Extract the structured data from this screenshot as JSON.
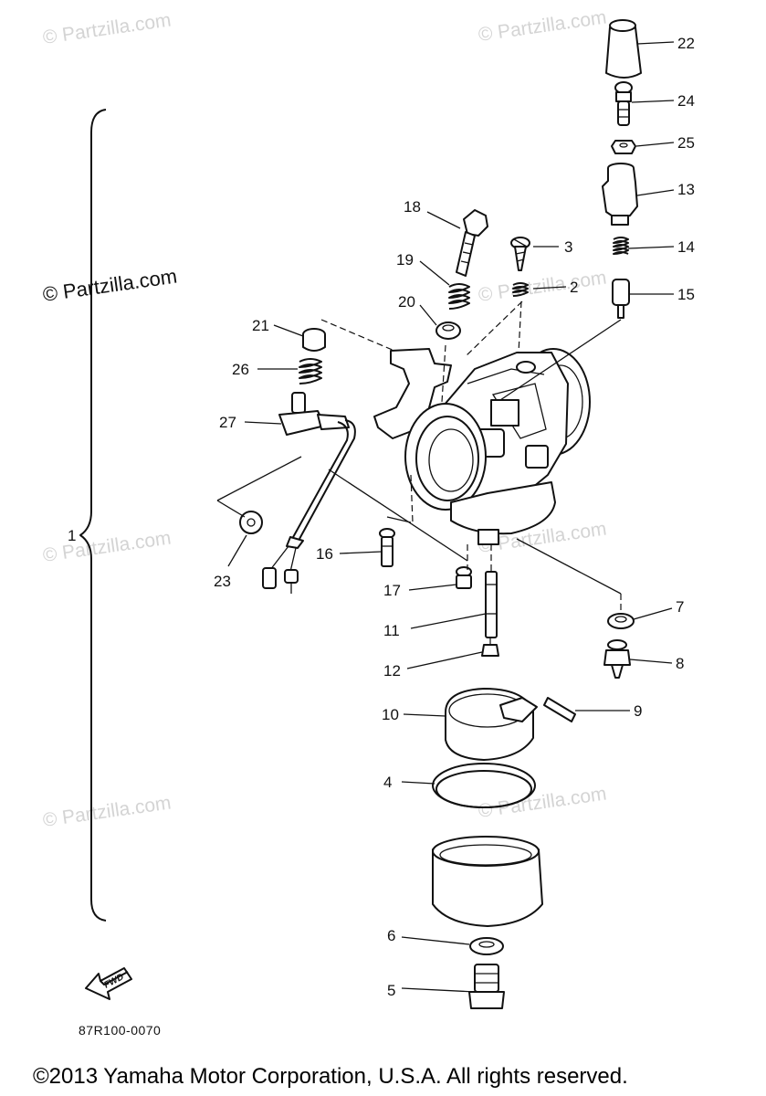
{
  "watermarks": [
    "© Partzilla.com",
    "© Partzilla.com",
    "© Partzilla.com",
    "© Partzilla.com",
    "© Partzilla.com",
    "© Partzilla.com",
    "© Partzilla.com",
    "© Partzilla.com"
  ],
  "callouts": [
    "22",
    "24",
    "25",
    "13",
    "18",
    "3",
    "14",
    "19",
    "2",
    "15",
    "20",
    "21",
    "26",
    "27",
    "1",
    "23",
    "16",
    "7",
    "17",
    "11",
    "8",
    "12",
    "9",
    "10",
    "4",
    "6",
    "5"
  ],
  "fwd_label": "FWD",
  "diagram_code": "87R100-0070",
  "copyright": "©2013  Yamaha Motor Corporation, U.S.A. All rights reserved."
}
